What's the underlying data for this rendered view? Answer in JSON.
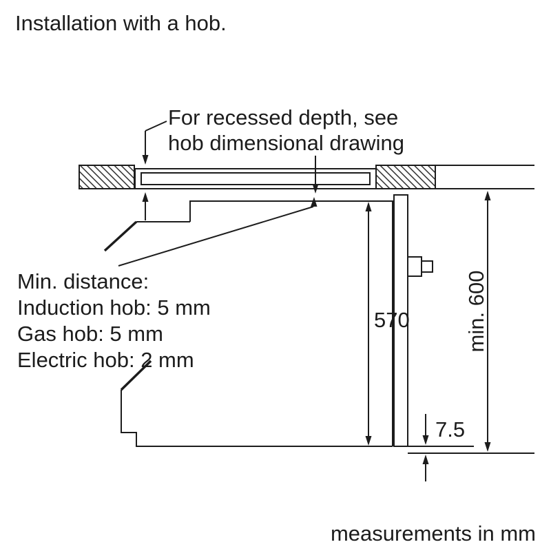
{
  "page": {
    "title": "Installation with a hob.",
    "footer": "measurements in mm"
  },
  "notes": {
    "recessed_line1": "For recessed depth, see",
    "recessed_line2": "hob dimensional drawing"
  },
  "min_distance": {
    "heading": "Min. distance:",
    "items": [
      "Induction hob: 5 mm",
      "Gas hob: 5 mm",
      "Electric hob: 2 mm"
    ]
  },
  "dimensions": {
    "oven_height_mm": "570",
    "niche_min_height": "min. 600",
    "bottom_gap_mm": "7.5"
  },
  "colors": {
    "ink": "#1c1c1c",
    "background": "#ffffff"
  }
}
